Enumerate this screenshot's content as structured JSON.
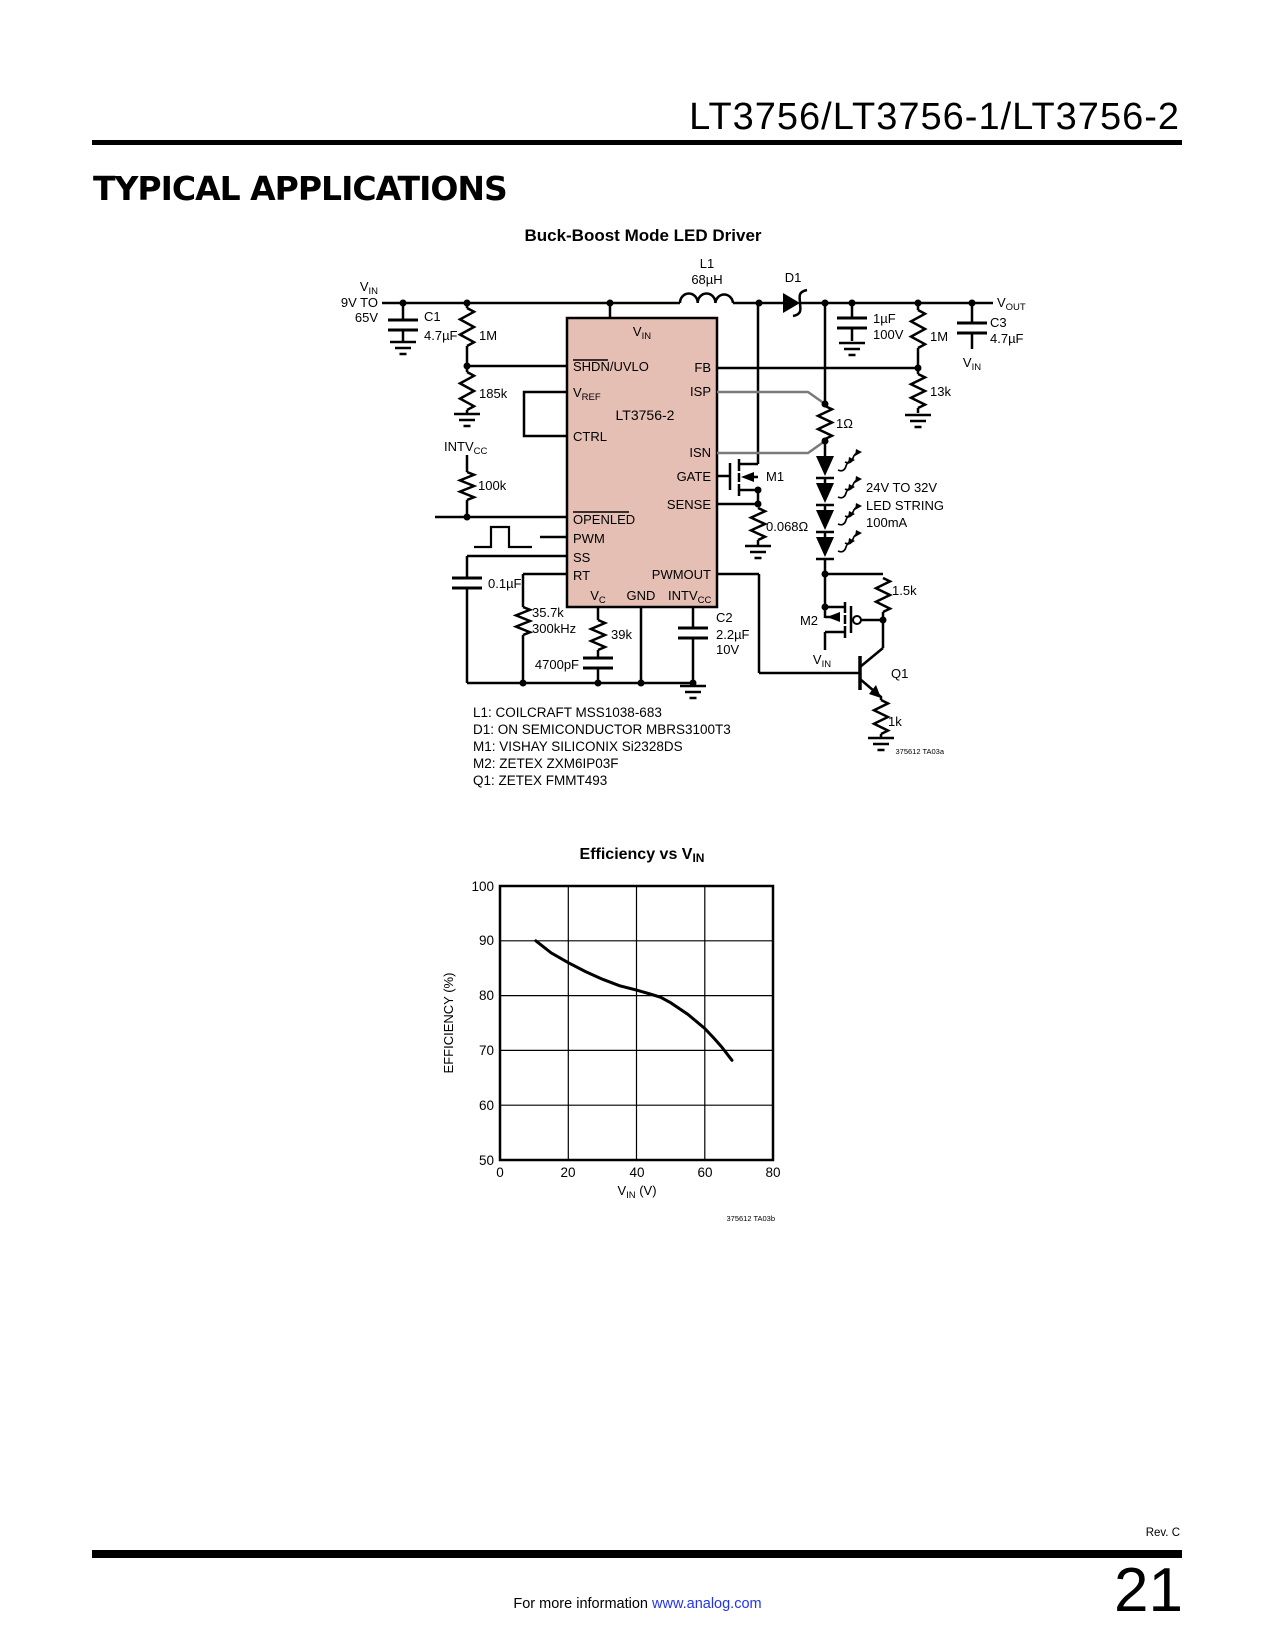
{
  "header": {
    "part_number": "LT3756/LT3756-1/LT3756-2",
    "section_title": "TYPICAL APPLICATIONS"
  },
  "circuit": {
    "title": "Buck-Boost Mode LED Driver",
    "ic": {
      "name": "LT3756-2",
      "pins": {
        "vin_m": "V",
        "vin_s": "IN",
        "shdn": "SHDN/UVLO",
        "vref_m": "V",
        "vref_s": "REF",
        "ctrl": "CTRL",
        "openled": "OPENLED",
        "pwm": "PWM",
        "ss": "SS",
        "rt": "RT",
        "vc_m": "V",
        "vc_s": "C",
        "gnd": "GND",
        "intvcc_m": "INTV",
        "intvcc_s": "CC",
        "fb": "FB",
        "isp": "ISP",
        "isn": "ISN",
        "gate": "GATE",
        "sense": "SENSE",
        "pwmout": "PWMOUT"
      }
    },
    "labels": {
      "vin_m": "V",
      "vin_s": "IN",
      "vin_2": "9V TO",
      "vin_3": "65V",
      "c1": "C1",
      "c1_val": "4.7µF",
      "r1m_l": "1M",
      "r185k": "185k",
      "intvcc_m": "INTV",
      "intvcc_s": "CC",
      "r100k": "100k",
      "c01": "0.1µF",
      "r357": "35.7k",
      "r357f": "300kHz",
      "r39k": "39k",
      "c4700": "4700pF",
      "c2": "C2",
      "c2_val": "2.2µF",
      "c2_v": "10V",
      "l1": "L1",
      "l1_val": "68µH",
      "d1": "D1",
      "c1uf": "1µF",
      "c1uf_v": "100V",
      "r1m_r": "1M",
      "r13k": "13k",
      "c3": "C3",
      "c3_val": "4.7µF",
      "vout_m": "V",
      "vout_s": "OUT",
      "vinr_m": "V",
      "vinr_s": "IN",
      "r1ohm": "1Ω",
      "rsense": "0.068Ω",
      "m1": "M1",
      "m2": "M2",
      "q1": "Q1",
      "r15k": "1.5k",
      "r1k": "1k",
      "vinm2_m": "V",
      "vinm2_s": "IN",
      "led1": "24V TO 32V",
      "led2": "LED STRING",
      "led3": "100mA",
      "fig_id": "375612 TA03a"
    },
    "notes": [
      "L1: COILCRAFT MSS1038-683",
      "D1: ON SEMICONDUCTOR MBRS3100T3",
      "M1: VISHAY SILICONIX Si2328DS",
      "M2: ZETEX ZXM6IP03F",
      "Q1: ZETEX FMMT493"
    ]
  },
  "graph": {
    "title_main": "Efficiency vs V",
    "title_sub": "IN",
    "ylabel": "EFFICIENCY (%)",
    "xlabel_main": "V",
    "xlabel_sub": "IN",
    "xlabel_unit": " (V)",
    "y_ticks": [
      "100",
      "90",
      "80",
      "70",
      "60",
      "50"
    ],
    "x_ticks": [
      "0",
      "20",
      "40",
      "60",
      "80"
    ],
    "fig_id": "375612 TA03b"
  },
  "chart_data": {
    "type": "line",
    "title": "Efficiency vs VIN",
    "xlabel": "VIN (V)",
    "ylabel": "EFFICIENCY (%)",
    "xlim": [
      0,
      80
    ],
    "ylim": [
      50,
      100
    ],
    "x_ticks": [
      0,
      20,
      40,
      60,
      80
    ],
    "y_ticks": [
      50,
      60,
      70,
      80,
      90,
      100
    ],
    "grid": true,
    "legend": "none",
    "series": [
      {
        "name": "efficiency",
        "x": [
          10.5,
          15,
          20,
          25,
          30,
          35,
          40,
          44,
          47,
          50,
          55,
          60,
          63,
          65,
          67,
          68
        ],
        "y": [
          90,
          87.8,
          86,
          84.4,
          83,
          81.8,
          81,
          80.3,
          79.7,
          78.7,
          76.6,
          74,
          72,
          70.6,
          69,
          68.2
        ]
      }
    ]
  },
  "footer": {
    "rev": "Rev. C",
    "page": "21",
    "info_text": "For more information ",
    "link": "www.analog.com"
  },
  "colors": {
    "ic_fill": "#e5bfb4",
    "link": "#2233ee",
    "kelvin_line": "#7a7a7a"
  }
}
